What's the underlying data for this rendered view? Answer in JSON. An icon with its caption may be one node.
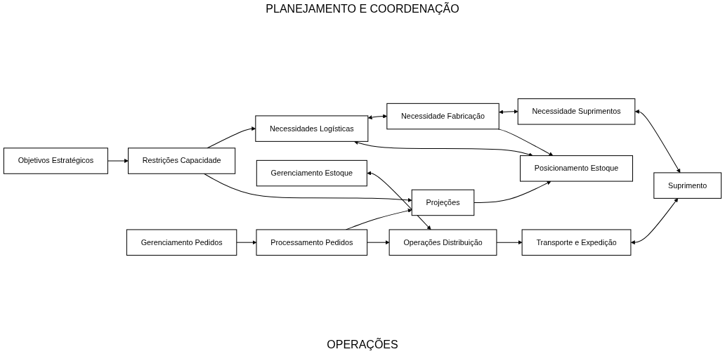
{
  "diagram": {
    "title": "PLANEJAMENTO E COORDENAÇÃO",
    "caption": "OPERAÇÕES",
    "nodes": [
      {
        "text": [
          "Objetivos Estratégicos"
        ]
      },
      {
        "text": [
          "Restrições Capacidade"
        ]
      },
      {
        "text": [
          "Necessidades Logísticas"
        ]
      },
      {
        "text": [
          "Necessidade Fabricação"
        ]
      },
      {
        "text": [
          "Necessidade Suprimentos"
        ]
      },
      {
        "text": [
          "Projeções"
        ]
      },
      {
        "text": [
          "Posicionamento Estoque"
        ]
      },
      {
        "text": [
          "Gerenciamento Estoque"
        ]
      },
      {
        "text": [
          "Gerenciamento Pedidos"
        ]
      },
      {
        "text": [
          "Processamento Pedidos"
        ]
      },
      {
        "text": [
          "Operações Distribuição"
        ]
      },
      {
        "text": [
          "Transporte e Expedição"
        ]
      },
      {
        "text": [
          "Suprimento"
        ]
      }
    ],
    "edges": [
      {
        "from": 0,
        "to": 1,
        "arrow": "to"
      },
      {
        "from": 1,
        "to": 2,
        "arrow": "to"
      },
      {
        "from": 2,
        "to": 3,
        "arrow": "both"
      },
      {
        "from": 3,
        "to": 4,
        "arrow": "both"
      },
      {
        "from": 2,
        "to": 6,
        "arrow": "both"
      },
      {
        "from": 1,
        "to": 5,
        "arrow": "to"
      },
      {
        "from": 5,
        "to": 6,
        "arrow": "to"
      },
      {
        "from": 3,
        "to": 6,
        "arrow": "to"
      },
      {
        "from": 4,
        "to": 12,
        "arrow": "both"
      },
      {
        "from": 7,
        "to": 10,
        "arrow": "both"
      },
      {
        "from": 9,
        "to": 5,
        "arrow": "to"
      },
      {
        "from": 8,
        "to": 9,
        "arrow": "to"
      },
      {
        "from": 9,
        "to": 10,
        "arrow": "to"
      },
      {
        "from": 10,
        "to": 11,
        "arrow": "to"
      },
      {
        "from": 11,
        "to": 12,
        "arrow": "both"
      }
    ]
  }
}
